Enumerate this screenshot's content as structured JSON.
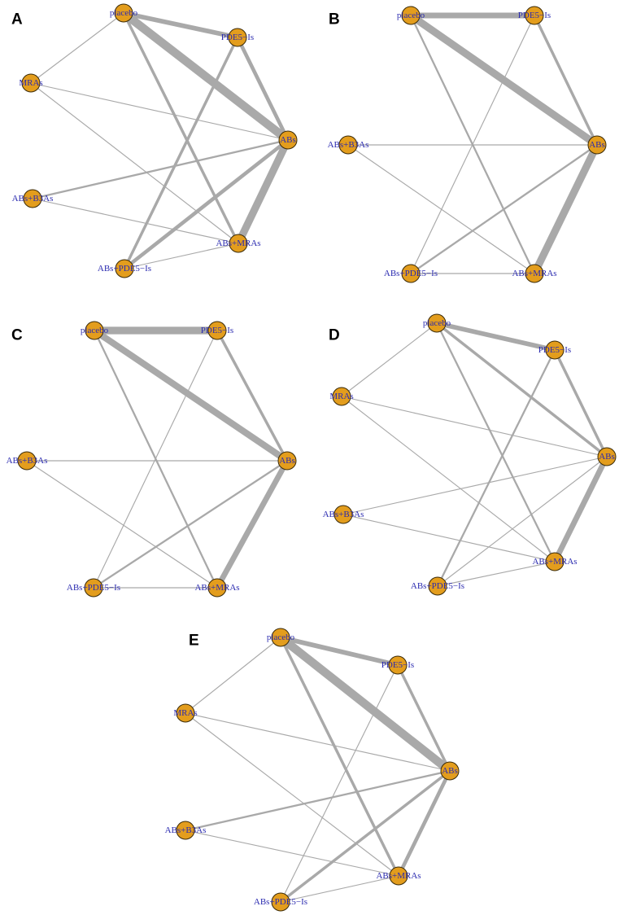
{
  "colors": {
    "node_fill": "#e39d1d",
    "node_stroke": "#3a2a08",
    "edge": "#a9a9a9",
    "label": "#2b2bb0",
    "panel_letter": "#000000"
  },
  "panels": [
    {
      "letter": "A",
      "nodes": [
        {
          "id": "placebo",
          "label": "placebo"
        },
        {
          "id": "PDE5-Is",
          "label": "PDE5−Is"
        },
        {
          "id": "MRAs",
          "label": "MRAs"
        },
        {
          "id": "ABs",
          "label": "ABs"
        },
        {
          "id": "ABs+B3As",
          "label": "ABs+B3As"
        },
        {
          "id": "ABs+MRAs",
          "label": "ABs+MRAs"
        },
        {
          "id": "ABs+PDE5-Is",
          "label": "ABs+PDE5−Is"
        }
      ],
      "edges": [
        {
          "from": "placebo",
          "to": "PDE5-Is",
          "weight": 5
        },
        {
          "from": "placebo",
          "to": "ABs",
          "weight": 9
        },
        {
          "from": "placebo",
          "to": "MRAs",
          "weight": 1
        },
        {
          "from": "placebo",
          "to": "ABs+MRAs",
          "weight": 3
        },
        {
          "from": "PDE5-Is",
          "to": "ABs",
          "weight": 4
        },
        {
          "from": "PDE5-Is",
          "to": "ABs+PDE5-Is",
          "weight": 3
        },
        {
          "from": "MRAs",
          "to": "ABs",
          "weight": 1
        },
        {
          "from": "MRAs",
          "to": "ABs+MRAs",
          "weight": 1
        },
        {
          "from": "ABs",
          "to": "ABs+B3As",
          "weight": 2
        },
        {
          "from": "ABs",
          "to": "ABs+MRAs",
          "weight": 8
        },
        {
          "from": "ABs",
          "to": "ABs+PDE5-Is",
          "weight": 4
        },
        {
          "from": "ABs+B3As",
          "to": "ABs+MRAs",
          "weight": 1
        },
        {
          "from": "ABs+PDE5-Is",
          "to": "ABs+MRAs",
          "weight": 1
        }
      ]
    },
    {
      "letter": "B",
      "nodes": [
        {
          "id": "placebo",
          "label": "placebo"
        },
        {
          "id": "PDE5-Is",
          "label": "PDE5−Is"
        },
        {
          "id": "ABs",
          "label": "ABs"
        },
        {
          "id": "ABs+B3As",
          "label": "ABs+B3As"
        },
        {
          "id": "ABs+MRAs",
          "label": "ABs+MRAs"
        },
        {
          "id": "ABs+PDE5-Is",
          "label": "ABs+PDE5−Is"
        }
      ],
      "edges": [
        {
          "from": "placebo",
          "to": "PDE5-Is",
          "weight": 6
        },
        {
          "from": "placebo",
          "to": "ABs",
          "weight": 8
        },
        {
          "from": "placebo",
          "to": "ABs+MRAs",
          "weight": 2
        },
        {
          "from": "PDE5-Is",
          "to": "ABs",
          "weight": 3
        },
        {
          "from": "PDE5-Is",
          "to": "ABs+PDE5-Is",
          "weight": 1
        },
        {
          "from": "ABs+B3As",
          "to": "ABs",
          "weight": 1
        },
        {
          "from": "ABs+B3As",
          "to": "ABs+MRAs",
          "weight": 1
        },
        {
          "from": "ABs",
          "to": "ABs+MRAs",
          "weight": 8
        },
        {
          "from": "ABs",
          "to": "ABs+PDE5-Is",
          "weight": 2
        },
        {
          "from": "ABs+PDE5-Is",
          "to": "ABs+MRAs",
          "weight": 1
        }
      ]
    },
    {
      "letter": "C",
      "nodes": [
        {
          "id": "placebo",
          "label": "placebo"
        },
        {
          "id": "PDE5-Is",
          "label": "PDE5−Is"
        },
        {
          "id": "ABs",
          "label": "ABs"
        },
        {
          "id": "ABs+B3As",
          "label": "ABs+B3As"
        },
        {
          "id": "ABs+MRAs",
          "label": "ABs+MRAs"
        },
        {
          "id": "ABs+PDE5-Is",
          "label": "ABs+PDE5−Is"
        }
      ],
      "edges": [
        {
          "from": "placebo",
          "to": "PDE5-Is",
          "weight": 8
        },
        {
          "from": "placebo",
          "to": "ABs",
          "weight": 7
        },
        {
          "from": "placebo",
          "to": "ABs+MRAs",
          "weight": 2
        },
        {
          "from": "PDE5-Is",
          "to": "ABs",
          "weight": 3
        },
        {
          "from": "PDE5-Is",
          "to": "ABs+PDE5-Is",
          "weight": 1
        },
        {
          "from": "ABs+B3As",
          "to": "ABs",
          "weight": 1
        },
        {
          "from": "ABs+B3As",
          "to": "ABs+MRAs",
          "weight": 1
        },
        {
          "from": "ABs",
          "to": "ABs+MRAs",
          "weight": 6
        },
        {
          "from": "ABs",
          "to": "ABs+PDE5-Is",
          "weight": 2
        },
        {
          "from": "ABs+PDE5-Is",
          "to": "ABs+MRAs",
          "weight": 1
        }
      ]
    },
    {
      "letter": "D",
      "nodes": [
        {
          "id": "placebo",
          "label": "placebo"
        },
        {
          "id": "PDE5-Is",
          "label": "PDE5−Is"
        },
        {
          "id": "MRAs",
          "label": "MRAs"
        },
        {
          "id": "ABs",
          "label": "ABs"
        },
        {
          "id": "ABs+B3As",
          "label": "ABs+B3As"
        },
        {
          "id": "ABs+MRAs",
          "label": "ABs+MRAs"
        },
        {
          "id": "ABs+PDE5-Is",
          "label": "ABs+PDE5−Is"
        }
      ],
      "edges": [
        {
          "from": "placebo",
          "to": "PDE5-Is",
          "weight": 5
        },
        {
          "from": "placebo",
          "to": "ABs",
          "weight": 3
        },
        {
          "from": "placebo",
          "to": "MRAs",
          "weight": 1
        },
        {
          "from": "placebo",
          "to": "ABs+MRAs",
          "weight": 2
        },
        {
          "from": "PDE5-Is",
          "to": "ABs",
          "weight": 3
        },
        {
          "from": "PDE5-Is",
          "to": "ABs+PDE5-Is",
          "weight": 2
        },
        {
          "from": "MRAs",
          "to": "ABs",
          "weight": 1
        },
        {
          "from": "MRAs",
          "to": "ABs+MRAs",
          "weight": 1
        },
        {
          "from": "ABs",
          "to": "ABs+B3As",
          "weight": 1
        },
        {
          "from": "ABs",
          "to": "ABs+MRAs",
          "weight": 6
        },
        {
          "from": "ABs",
          "to": "ABs+PDE5-Is",
          "weight": 1
        },
        {
          "from": "ABs+B3As",
          "to": "ABs+MRAs",
          "weight": 1
        },
        {
          "from": "ABs+PDE5-Is",
          "to": "ABs+MRAs",
          "weight": 1
        }
      ]
    },
    {
      "letter": "E",
      "nodes": [
        {
          "id": "placebo",
          "label": "placebo"
        },
        {
          "id": "PDE5-Is",
          "label": "PDE5−Is"
        },
        {
          "id": "MRAs",
          "label": "MRAs"
        },
        {
          "id": "ABs",
          "label": "ABs"
        },
        {
          "id": "ABs+B3As",
          "label": "ABs+B3As"
        },
        {
          "id": "ABs+MRAs",
          "label": "ABs+MRAs"
        },
        {
          "id": "ABs+PDE5-Is",
          "label": "ABs+PDE5−Is"
        }
      ],
      "edges": [
        {
          "from": "placebo",
          "to": "PDE5-Is",
          "weight": 5
        },
        {
          "from": "placebo",
          "to": "ABs",
          "weight": 9
        },
        {
          "from": "placebo",
          "to": "MRAs",
          "weight": 1
        },
        {
          "from": "placebo",
          "to": "ABs+MRAs",
          "weight": 3
        },
        {
          "from": "PDE5-Is",
          "to": "ABs",
          "weight": 3
        },
        {
          "from": "PDE5-Is",
          "to": "ABs+PDE5-Is",
          "weight": 1
        },
        {
          "from": "MRAs",
          "to": "ABs",
          "weight": 1
        },
        {
          "from": "MRAs",
          "to": "ABs+MRAs",
          "weight": 1
        },
        {
          "from": "ABs",
          "to": "ABs+B3As",
          "weight": 2
        },
        {
          "from": "ABs",
          "to": "ABs+MRAs",
          "weight": 4
        },
        {
          "from": "ABs",
          "to": "ABs+PDE5-Is",
          "weight": 3
        },
        {
          "from": "ABs+B3As",
          "to": "ABs+MRAs",
          "weight": 1
        },
        {
          "from": "ABs+PDE5-Is",
          "to": "ABs+MRAs",
          "weight": 1
        }
      ]
    }
  ]
}
